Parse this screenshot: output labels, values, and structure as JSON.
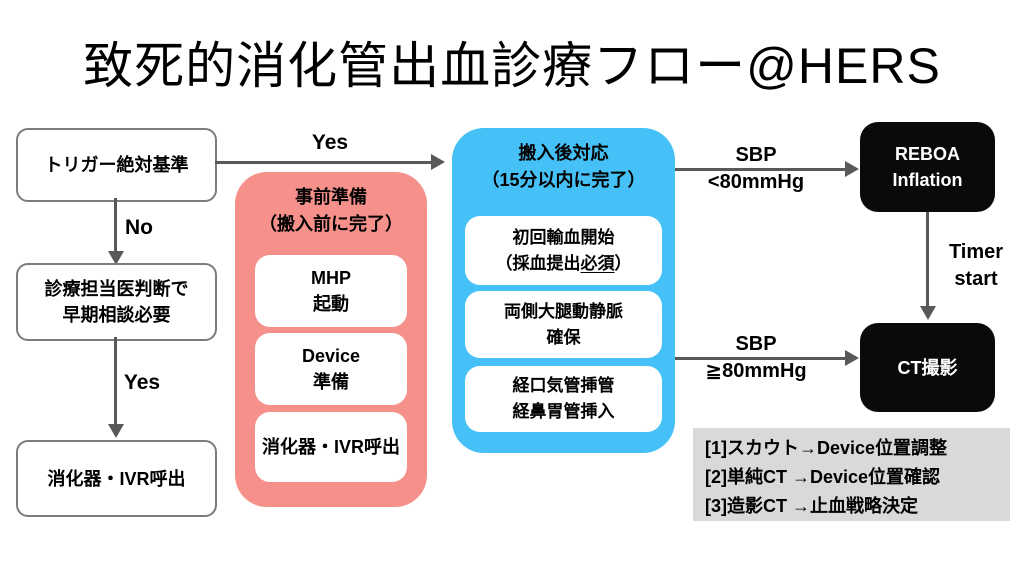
{
  "title": "致死的消化管出血診療フロー@HERS",
  "colors": {
    "pre_arrival_bg": "#f5918a",
    "post_arrival_bg": "#45c1f7",
    "terminal_bg": "#0a0a0a",
    "note_bg": "#d9d9d9",
    "connector": "#595959"
  },
  "left_flow": {
    "trigger_box": "トリガー絶対基準",
    "no_label": "No",
    "consult_box": "診療担当医判断で\n早期相談必要",
    "yes_label": "Yes",
    "call_box": "消化器・IVR呼出"
  },
  "yes_top_label": "Yes",
  "pre_arrival": {
    "title": "事前準備\n（搬入前に完了）",
    "items": [
      "MHP\n起動",
      "Device\n準備",
      "消化器・IVR呼出"
    ]
  },
  "post_arrival": {
    "title": "搬入後対応\n（15分以内に完了）",
    "item1": {
      "line1": "初回輸血開始",
      "line2_pre": "（採血提出",
      "line2_underlined": "必須",
      "line2_post": "）"
    },
    "item2": "両側大腿動静脈\n確保",
    "item3": "経口気管挿管\n経鼻胃管挿入"
  },
  "right_flow": {
    "sbp_low_label": "SBP\n<80mmHg",
    "reboa_box": "REBOA\nInflation",
    "timer_label": "Timer\nstart",
    "sbp_high_label": "SBP\n≧80mmHg",
    "ct_box": "CT撮影"
  },
  "ct_protocol_note": {
    "lines": [
      "[1]スカウト→Device位置調整",
      "[2]単純CT →Device位置確認",
      "[3]造影CT →止血戦略決定"
    ]
  }
}
